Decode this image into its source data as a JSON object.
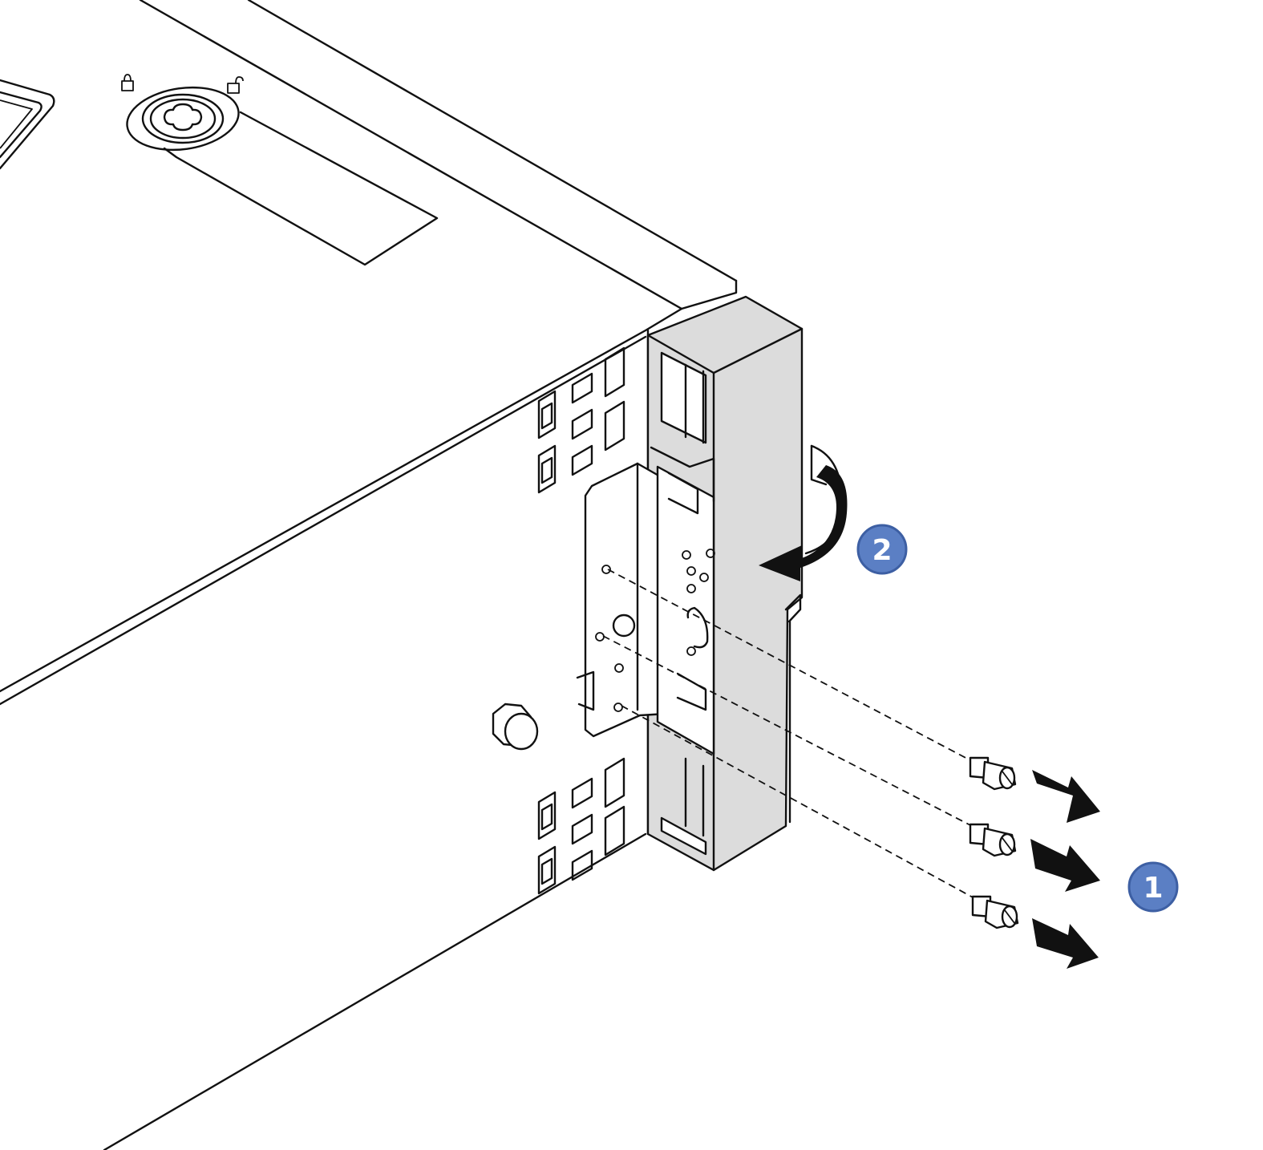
{
  "callouts": [
    {
      "label": "1",
      "step": "remove-screws"
    },
    {
      "label": "2",
      "step": "rotate-bracket"
    }
  ],
  "lock_icons": [
    "locked-icon",
    "unlocked-icon"
  ],
  "colors": {
    "callout_fill": "#5b7fc4",
    "callout_stroke": "#3d5fa3",
    "callout_text": "#ffffff",
    "part_fill": "#dcdcdc",
    "line": "#111111"
  },
  "counts": {
    "screws": 3
  }
}
